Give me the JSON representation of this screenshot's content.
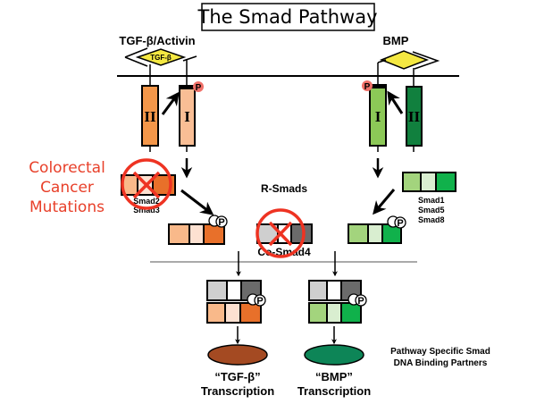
{
  "title": "The Smad Pathway",
  "ligands": {
    "left_label": "TGF-β/Activin",
    "left_ligand_text": "TGF-β",
    "right_label": "BMP"
  },
  "receptors": {
    "tgf_type_ii": "II",
    "tgf_type_i": "I",
    "bmp_type_i": "I",
    "bmp_type_ii": "II",
    "phospho": "P"
  },
  "labels": {
    "colorectal": [
      "Colorectal",
      "Cancer",
      "Mutations"
    ],
    "smad23": [
      "Smad2",
      "Smad3"
    ],
    "r_smads": "R-Smads",
    "smad158": [
      "Smad1",
      "Smad5",
      "Smad8"
    ],
    "co_smad4": "Co-Smad4",
    "partners": [
      "Pathway Specific Smad",
      "DNA Binding Partners"
    ],
    "tgf_transcription": [
      "“TGF-β”",
      "Transcription"
    ],
    "bmp_transcription": [
      "“BMP”",
      "Transcription"
    ]
  },
  "colors": {
    "orange_light": "#f9b98a",
    "orange_pale": "#fde1d1",
    "orange_dark": "#e8702a",
    "orange_receptor_ii": "#f4974a",
    "orange_receptor_i": "#f9be95",
    "green_light": "#a3d47d",
    "green_pale": "#d9eed0",
    "green_dark": "#10b14b",
    "green_receptor_i": "#8cc857",
    "green_receptor_ii": "#11803e",
    "grey_light": "#cfcfcf",
    "grey_white": "#ffffff",
    "grey_dark": "#6b6b6b",
    "ligand_yellow": "#f4e842",
    "brown_partner": "#a44a22",
    "green_partner": "#0d8557",
    "ban_red": "#ee3322",
    "nucleus_line": "#aaaaaa"
  }
}
